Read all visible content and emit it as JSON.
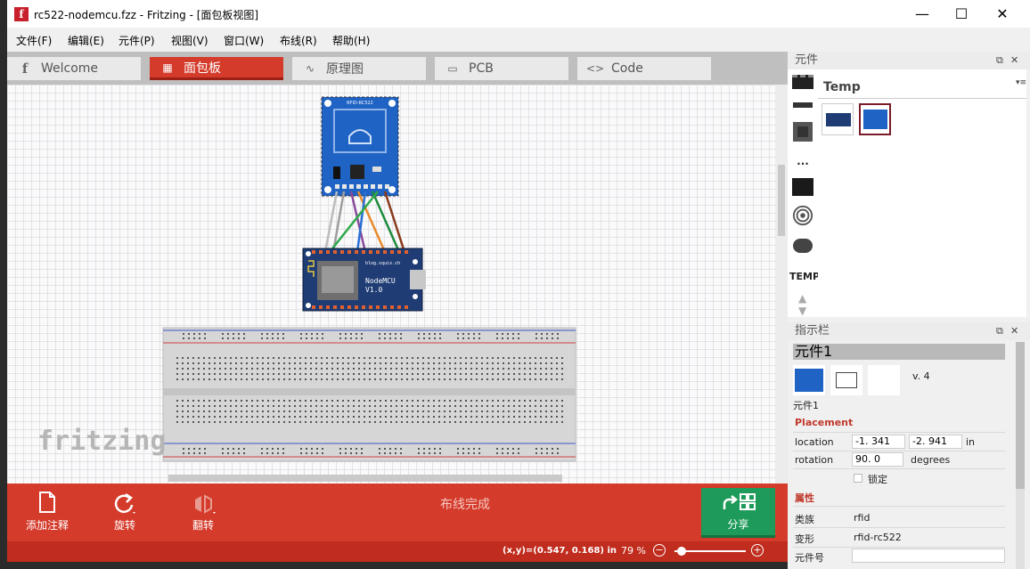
{
  "window": {
    "title": "rc522-nodemcu.fzz - Fritzing - [面包板视图]",
    "app_glyph": "f",
    "min_glyph": "—",
    "max_glyph": "☐",
    "close_glyph": "✕"
  },
  "menu": [
    "文件(F)",
    "编辑(E)",
    "元件(P)",
    "视图(V)",
    "窗口(W)",
    "布线(R)",
    "帮助(H)"
  ],
  "tabs": [
    {
      "label": "Welcome",
      "icon": "f"
    },
    {
      "label": "面包板",
      "icon": "▦"
    },
    {
      "label": "原理图",
      "icon": "∿"
    },
    {
      "label": "PCB",
      "icon": "▭"
    },
    {
      "label": "Code",
      "icon": "<>"
    }
  ],
  "canvas": {
    "logo": "fritzing",
    "rfid_label": "RFID-RC522",
    "nodemcu_label_1": "NodeMCU",
    "nodemcu_label_2": "V1.0",
    "nodemcu_small": "blog.squix.ch"
  },
  "toolbar": {
    "add_note": "添加注释",
    "rotate": "旋转",
    "flip": "翻转",
    "routing_status": "布线完成",
    "share": "分享"
  },
  "statusbar": {
    "coords": "(x,y)=(0.547, 0.168) in",
    "zoom": "79 %",
    "zoom_minus": "−",
    "zoom_plus": "+",
    "zoom_level": 0.1
  },
  "parts_panel": {
    "title": "元件",
    "bin_title": "Temp",
    "side_label": "TEMP",
    "side_more": "···",
    "float_glyph": "⧉",
    "close_glyph": "✕",
    "menu_glyph": "▾≡"
  },
  "inspector": {
    "title": "指示栏",
    "part_title": "元件1",
    "version": "v. 4",
    "part_name": "元件1",
    "placement": "Placement",
    "location_label": "location",
    "location_x": "-1. 341",
    "location_y": "-2. 941",
    "location_unit": "in",
    "rotation_label": "rotation",
    "rotation_value": "90. 0",
    "rotation_unit": "degrees",
    "lock_label": "锁定",
    "properties": "属性",
    "props": [
      {
        "key": "类族",
        "value": "rfid"
      },
      {
        "key": "变形",
        "value": "rfid-rc522"
      },
      {
        "key": "元件号",
        "value": ""
      }
    ]
  },
  "colors": {
    "accent": "#d43b2b",
    "share": "#1e9b5a",
    "board_blue": "#1f63c4",
    "nodemcu_navy": "#1f3c74"
  }
}
